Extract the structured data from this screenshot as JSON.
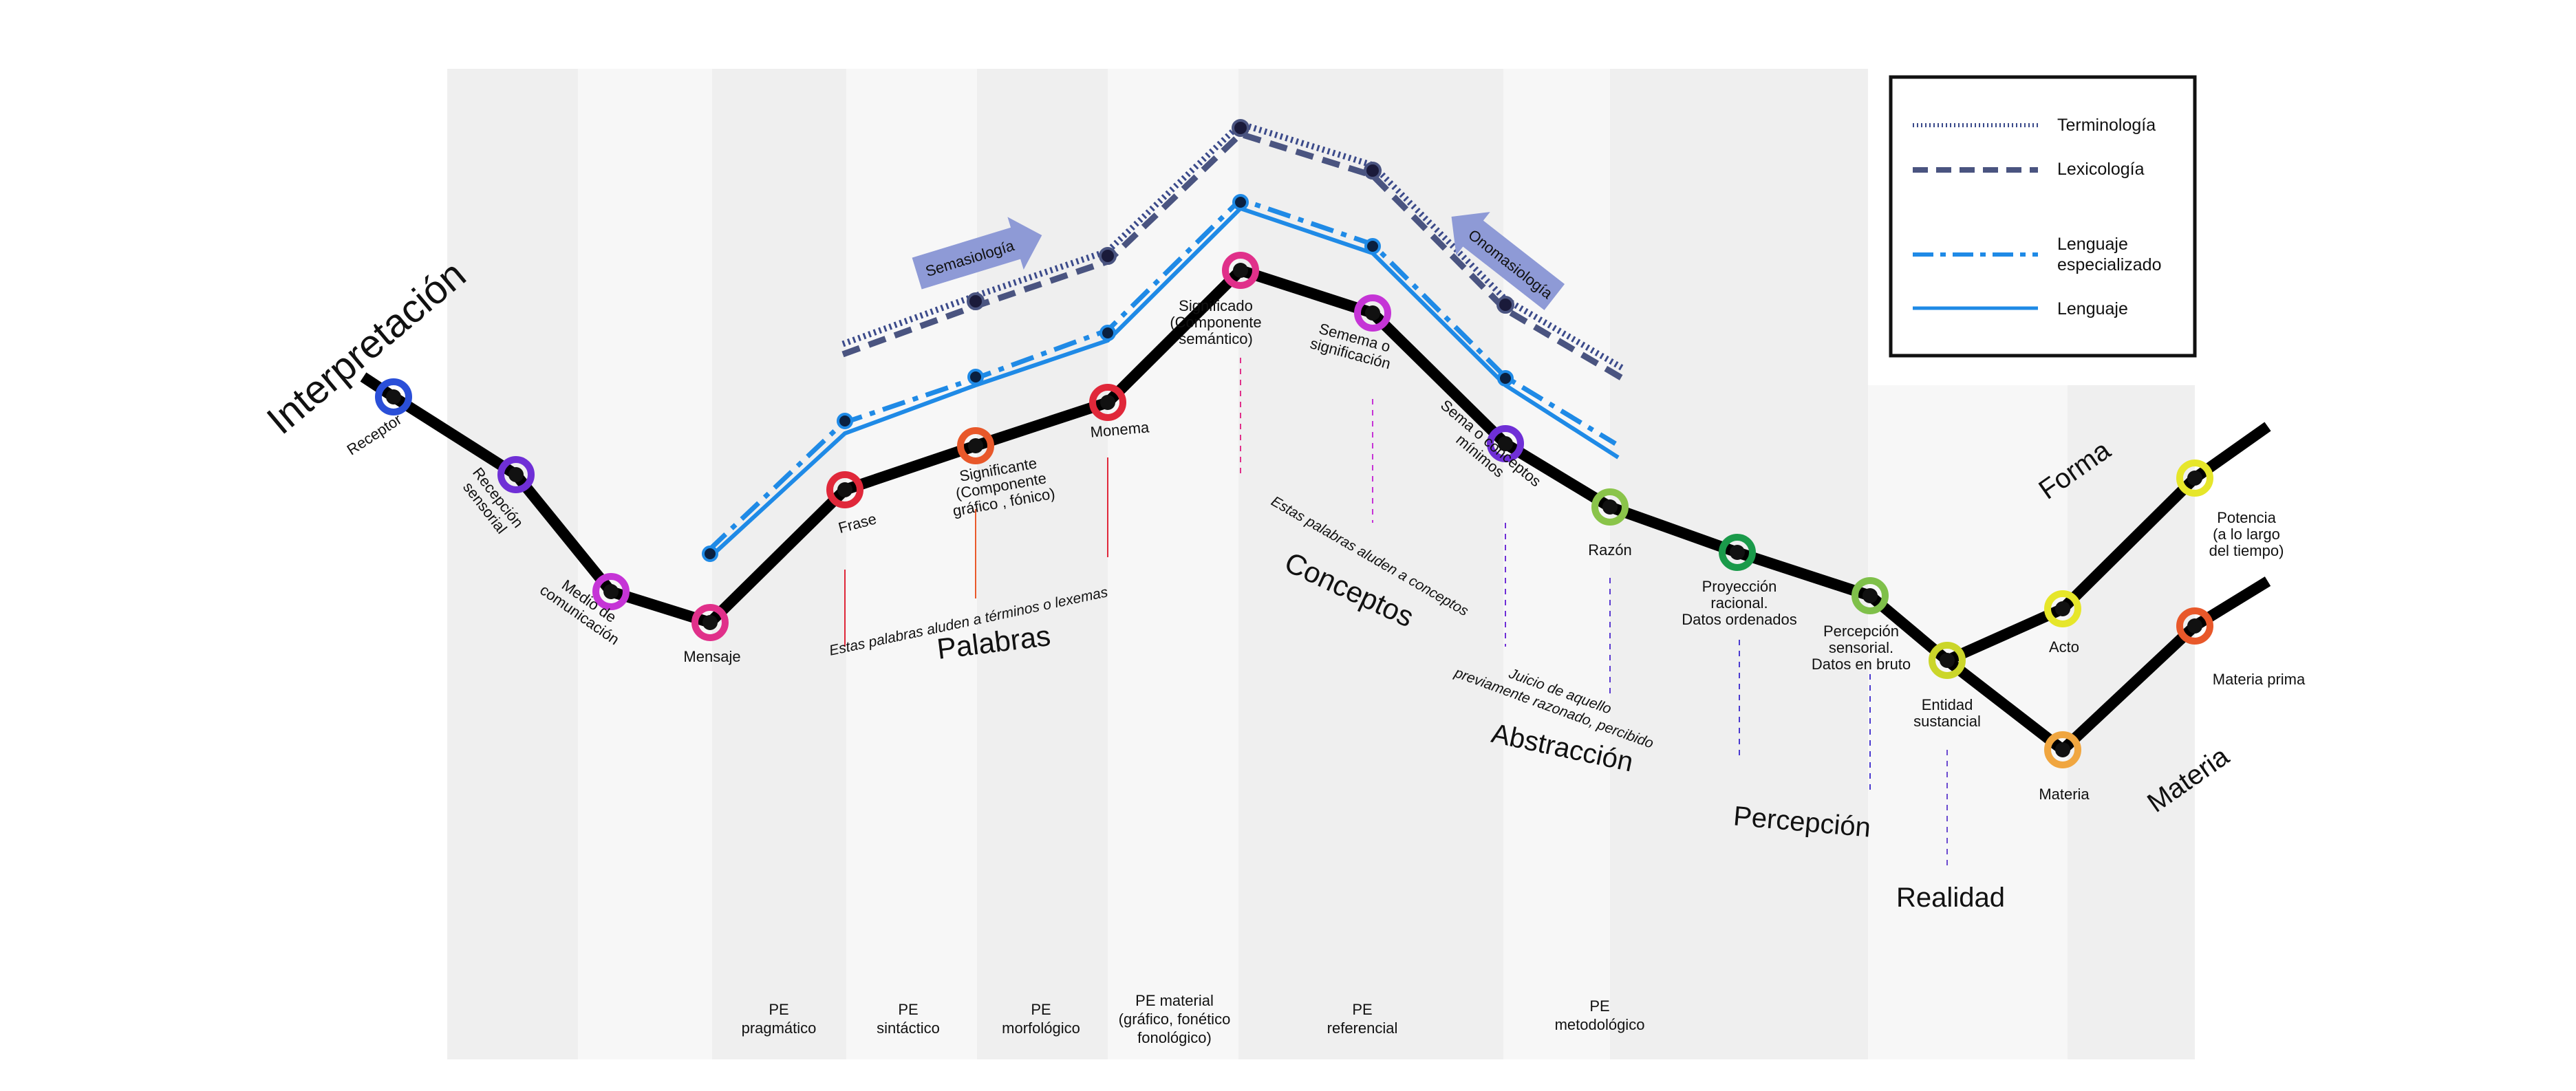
{
  "title": "Interpretación",
  "legend": [
    {
      "label": "Terminología",
      "color": "#3b4a8a",
      "style": "dotted"
    },
    {
      "label": "Lexicología",
      "color": "#4a5480",
      "style": "dashed"
    },
    {
      "label": "Lenguaje especializado",
      "lines": [
        "Lenguaje",
        "especializado"
      ],
      "color": "#1f8ae6",
      "style": "dashdot"
    },
    {
      "label": "Lenguaje",
      "color": "#1f8ae6",
      "style": "solid"
    }
  ],
  "arrows": {
    "semasiologia": "Semasiología",
    "onomasiologia": "Onomasiología"
  },
  "nodes": [
    {
      "id": "receptor",
      "lines": [
        "Receptor"
      ],
      "color": "#2a4fd8"
    },
    {
      "id": "recepcion",
      "lines": [
        "Recepción",
        "sensorial"
      ],
      "color": "#6f2fd6"
    },
    {
      "id": "medio",
      "lines": [
        "Medio de",
        "comunicación"
      ],
      "color": "#c534d6"
    },
    {
      "id": "mensaje",
      "lines": [
        "Mensaje"
      ],
      "color": "#e0308a"
    },
    {
      "id": "frase",
      "lines": [
        "Frase"
      ],
      "color": "#e0283a"
    },
    {
      "id": "significante",
      "lines": [
        "Significante",
        "(Componente",
        "gráfico , fónico)"
      ],
      "color": "#e8582a"
    },
    {
      "id": "monema",
      "lines": [
        "Monema"
      ],
      "color": "#e0283a"
    },
    {
      "id": "significado",
      "lines": [
        "Significado",
        "(Componente",
        "semántico)"
      ],
      "color": "#e0308a"
    },
    {
      "id": "semema",
      "lines": [
        "Semema o",
        "significación"
      ],
      "color": "#c534d6"
    },
    {
      "id": "sema",
      "lines": [
        "Sema o conceptos",
        "mínimos"
      ],
      "color": "#6f2fd6"
    },
    {
      "id": "razon",
      "lines": [
        "Razón"
      ],
      "color": "#8ac44a"
    },
    {
      "id": "proyeccion",
      "lines": [
        "Proyección",
        "racional.",
        "Datos ordenados"
      ],
      "color": "#1a9a4a"
    },
    {
      "id": "percepcion",
      "lines": [
        "Percepción",
        "sensorial.",
        "Datos en bruto"
      ],
      "color": "#7fc04a"
    },
    {
      "id": "entidad",
      "lines": [
        "Entidad",
        "sustancial"
      ],
      "color": "#cbd62a"
    },
    {
      "id": "acto",
      "lines": [
        "Acto"
      ],
      "color": "#e6e62a"
    },
    {
      "id": "potencia",
      "lines": [
        "Potencia",
        "(a lo largo",
        "del tiempo)"
      ],
      "color": "#e6e62a"
    },
    {
      "id": "materia",
      "lines": [
        "Materia"
      ],
      "color": "#f0a640"
    },
    {
      "id": "materia_prima",
      "lines": [
        "Materia prima"
      ],
      "color": "#e8582a"
    }
  ],
  "section_labels": {
    "palabras": "Palabras",
    "conceptos": "Conceptos",
    "abstraccion": "Abstracción",
    "percepcion": "Percepción",
    "realidad": "Realidad",
    "forma": "Forma",
    "materia": "Materia"
  },
  "notes": {
    "palabras": "Estas palabras aluden a términos o lexemas",
    "conceptos": "Estas palabras aluden a conceptos",
    "juicio": [
      "Juicio de aquello",
      "previamente razonado, percibido"
    ]
  },
  "columns": [
    {
      "id": "pragmatico",
      "lines": [
        "PE",
        "pragmático"
      ]
    },
    {
      "id": "sintactico",
      "lines": [
        "PE",
        "sintáctico"
      ]
    },
    {
      "id": "morfologico",
      "lines": [
        "PE",
        "morfológico"
      ]
    },
    {
      "id": "material",
      "lines": [
        "PE material",
        "(gráfico, fonético",
        "fonológico)"
      ]
    },
    {
      "id": "referencial",
      "lines": [
        "PE",
        "referencial"
      ]
    },
    {
      "id": "metodologico",
      "lines": [
        "PE",
        "metodológico"
      ]
    }
  ]
}
